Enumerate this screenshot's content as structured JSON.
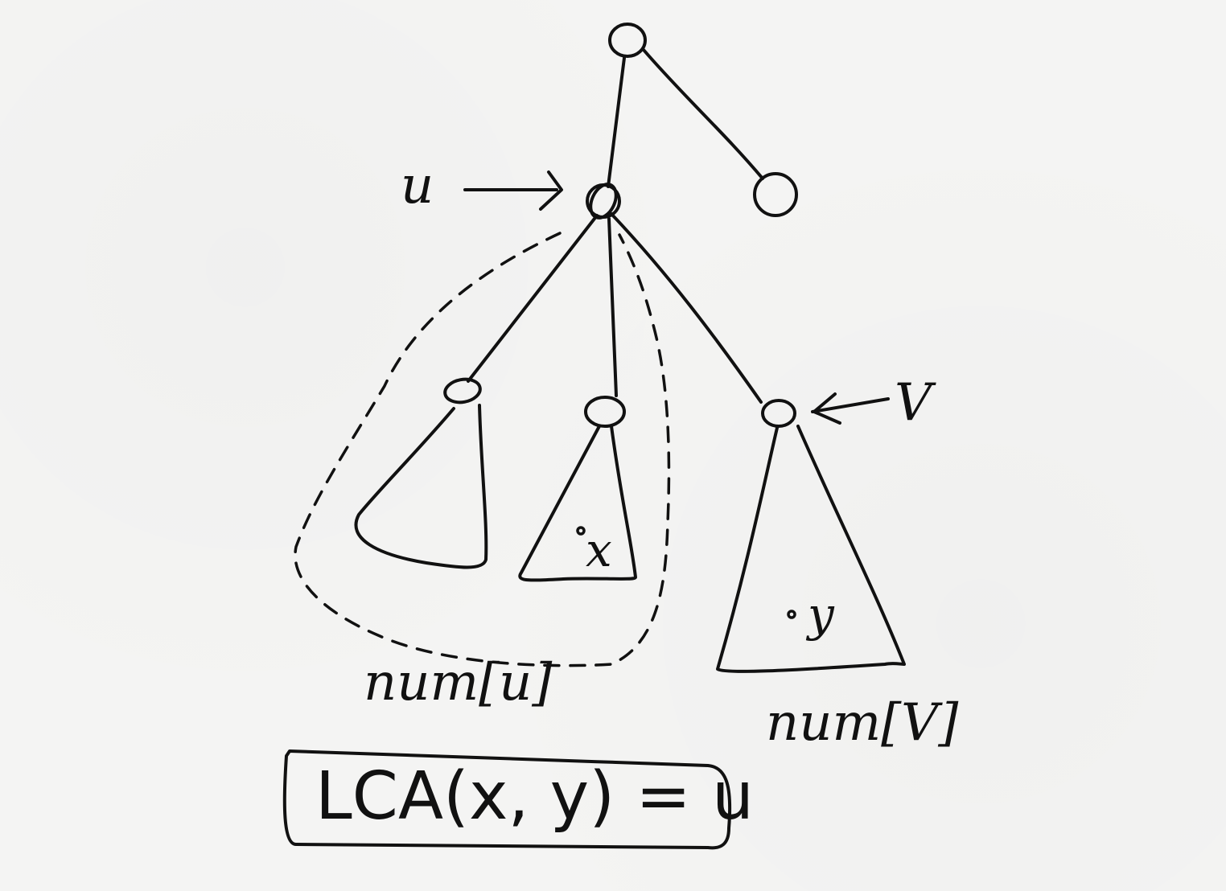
{
  "labels": {
    "u_pointer": "u",
    "v_pointer": "V",
    "x_node": "x",
    "y_node": "y",
    "num_u": "num[u]",
    "num_v": "num[V]",
    "result": "LCA(x, y) = u"
  }
}
